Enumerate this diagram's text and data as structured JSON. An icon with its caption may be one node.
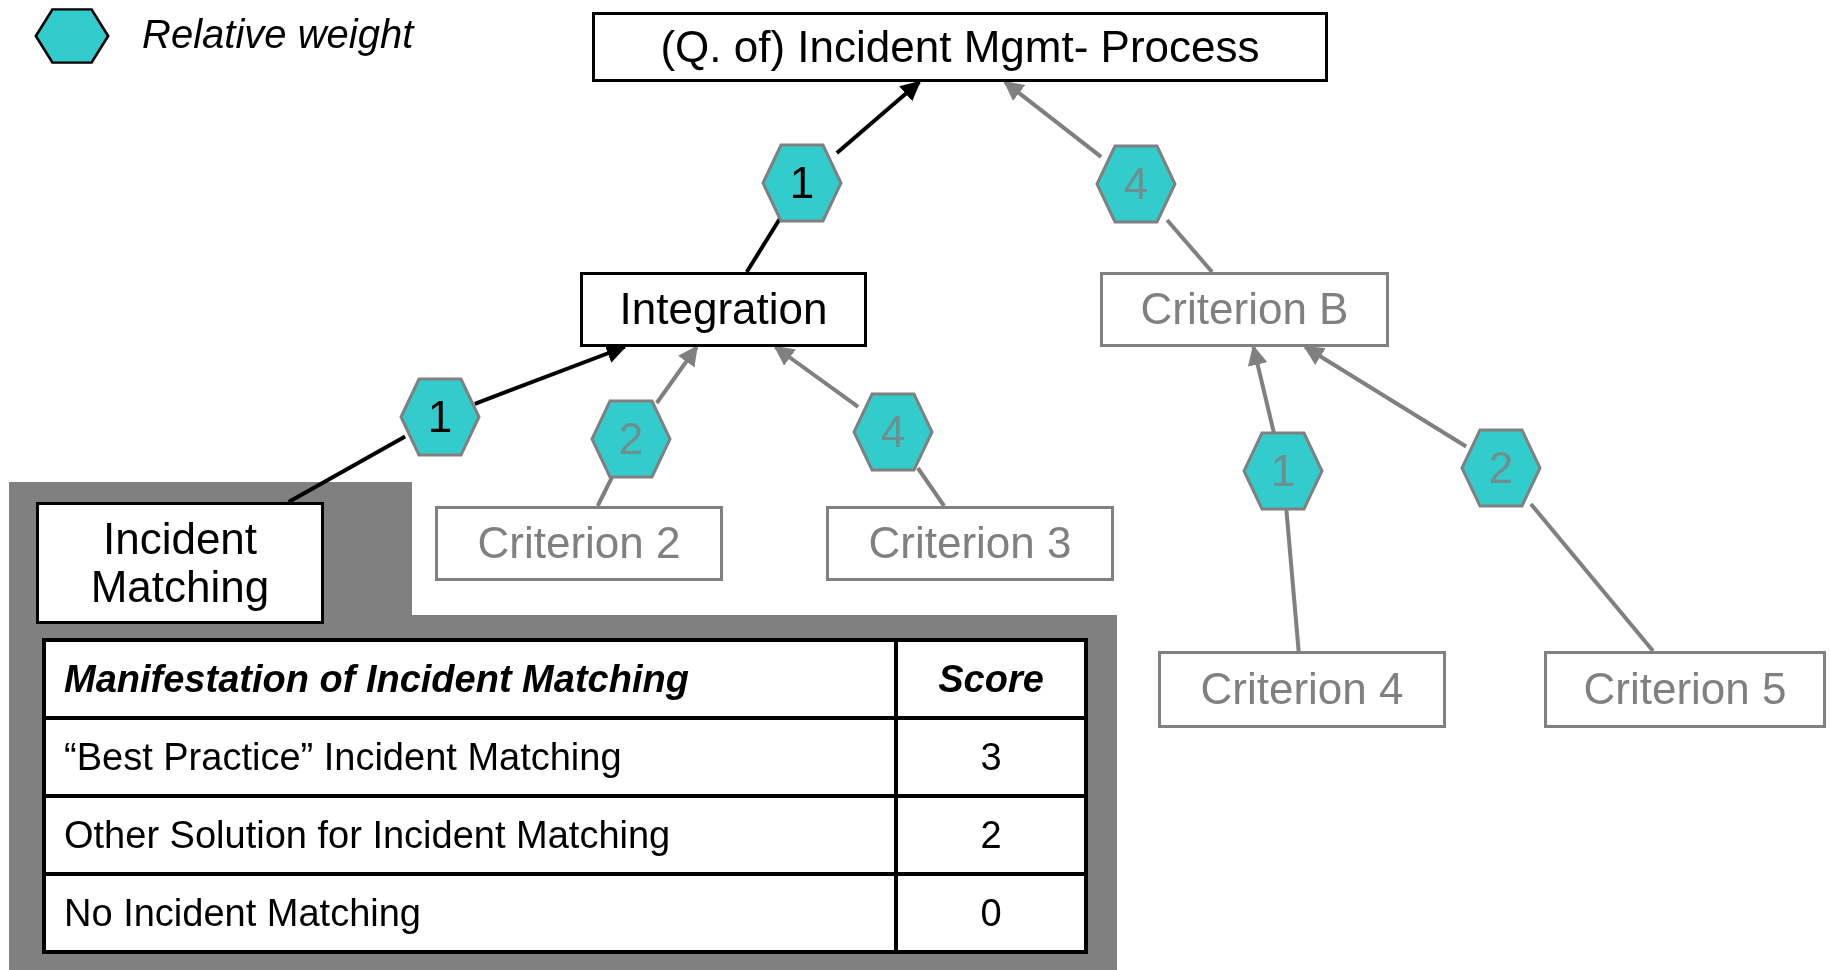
{
  "diagram": {
    "nodes": [
      {
        "text": [
          "(Q. of) Incident Mgmt- Process"
        ]
      },
      {
        "text": [
          "1"
        ]
      },
      {
        "text": [
          "4"
        ]
      },
      {
        "text": [
          "Integration"
        ]
      },
      {
        "text": [
          "Criterion B"
        ]
      },
      {
        "text": [
          "1"
        ]
      },
      {
        "text": [
          "2"
        ]
      },
      {
        "text": [
          "4"
        ]
      },
      {
        "text": [
          "1"
        ]
      },
      {
        "text": [
          "2"
        ]
      },
      {
        "text": [
          "Incident Matching"
        ]
      },
      {
        "text": [
          "Criterion 2"
        ]
      },
      {
        "text": [
          "Criterion 3"
        ]
      },
      {
        "text": [
          "Criterion 4"
        ]
      },
      {
        "text": [
          "Criterion 5"
        ]
      }
    ],
    "edges": [
      {
        "from": 3,
        "to": 1,
        "arrow": "none",
        "color": "#000000"
      },
      {
        "from": 1,
        "to": 0,
        "arrow": "to",
        "color": "#000000"
      },
      {
        "from": 4,
        "to": 2,
        "arrow": "none"
      },
      {
        "from": 2,
        "to": 0,
        "arrow": "to"
      },
      {
        "from": 10,
        "to": 5,
        "arrow": "none",
        "color": "#000000"
      },
      {
        "from": 5,
        "to": 3,
        "arrow": "to",
        "color": "#000000"
      },
      {
        "from": 11,
        "to": 6,
        "arrow": "none"
      },
      {
        "from": 6,
        "to": 3,
        "arrow": "to"
      },
      {
        "from": 12,
        "to": 7,
        "arrow": "none"
      },
      {
        "from": 7,
        "to": 3,
        "arrow": "to"
      },
      {
        "from": 13,
        "to": 8,
        "arrow": "none"
      },
      {
        "from": 8,
        "to": 4,
        "arrow": "to"
      },
      {
        "from": 14,
        "to": 9,
        "arrow": "none"
      },
      {
        "from": 9,
        "to": 4,
        "arrow": "to"
      }
    ],
    "labels": [
      "Manifestation of Incident Matching",
      "Score",
      "“Best Practice” Incident Matching",
      "3",
      "Other Solution for Incident Matching",
      "2",
      "No Incident Matching",
      "0"
    ],
    "legend": [
      {
        "text": "Relative weight",
        "color": "#33cccc"
      }
    ]
  }
}
